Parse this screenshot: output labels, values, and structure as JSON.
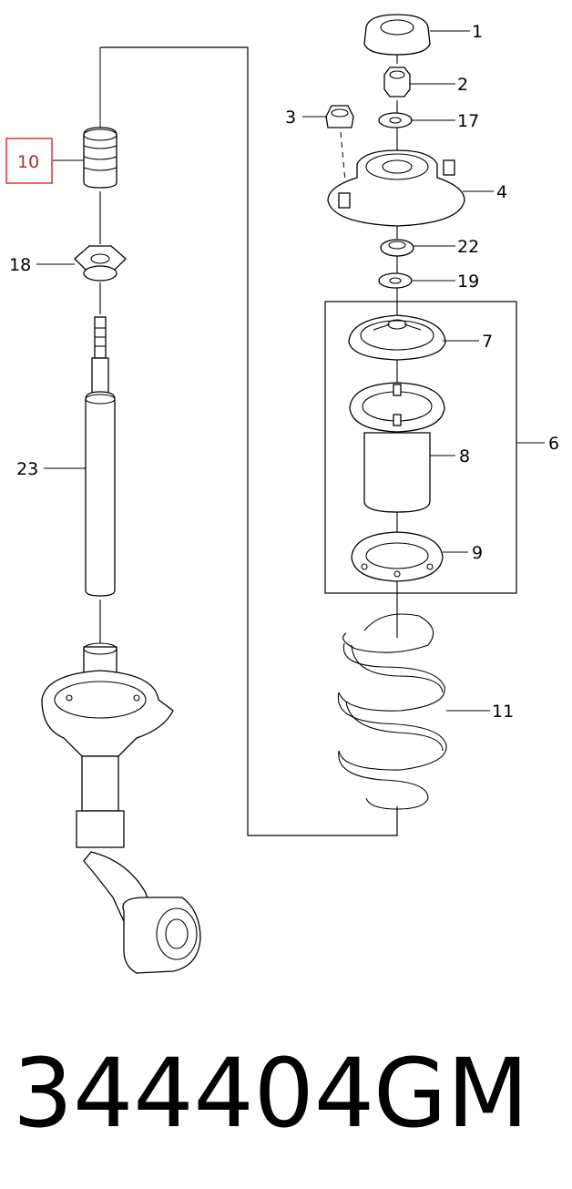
{
  "diagram": {
    "labels": {
      "l1": "1",
      "l2": "2",
      "l3": "3",
      "l4": "4",
      "l6": "6",
      "l7": "7",
      "l8": "8",
      "l9": "9",
      "l10": "10",
      "l11": "11",
      "l17": "17",
      "l18": "18",
      "l19": "19",
      "l22": "22",
      "l23": "23"
    },
    "highlight_color": "#e04040"
  },
  "footer": {
    "part_number": "344404",
    "brand": "GM"
  }
}
